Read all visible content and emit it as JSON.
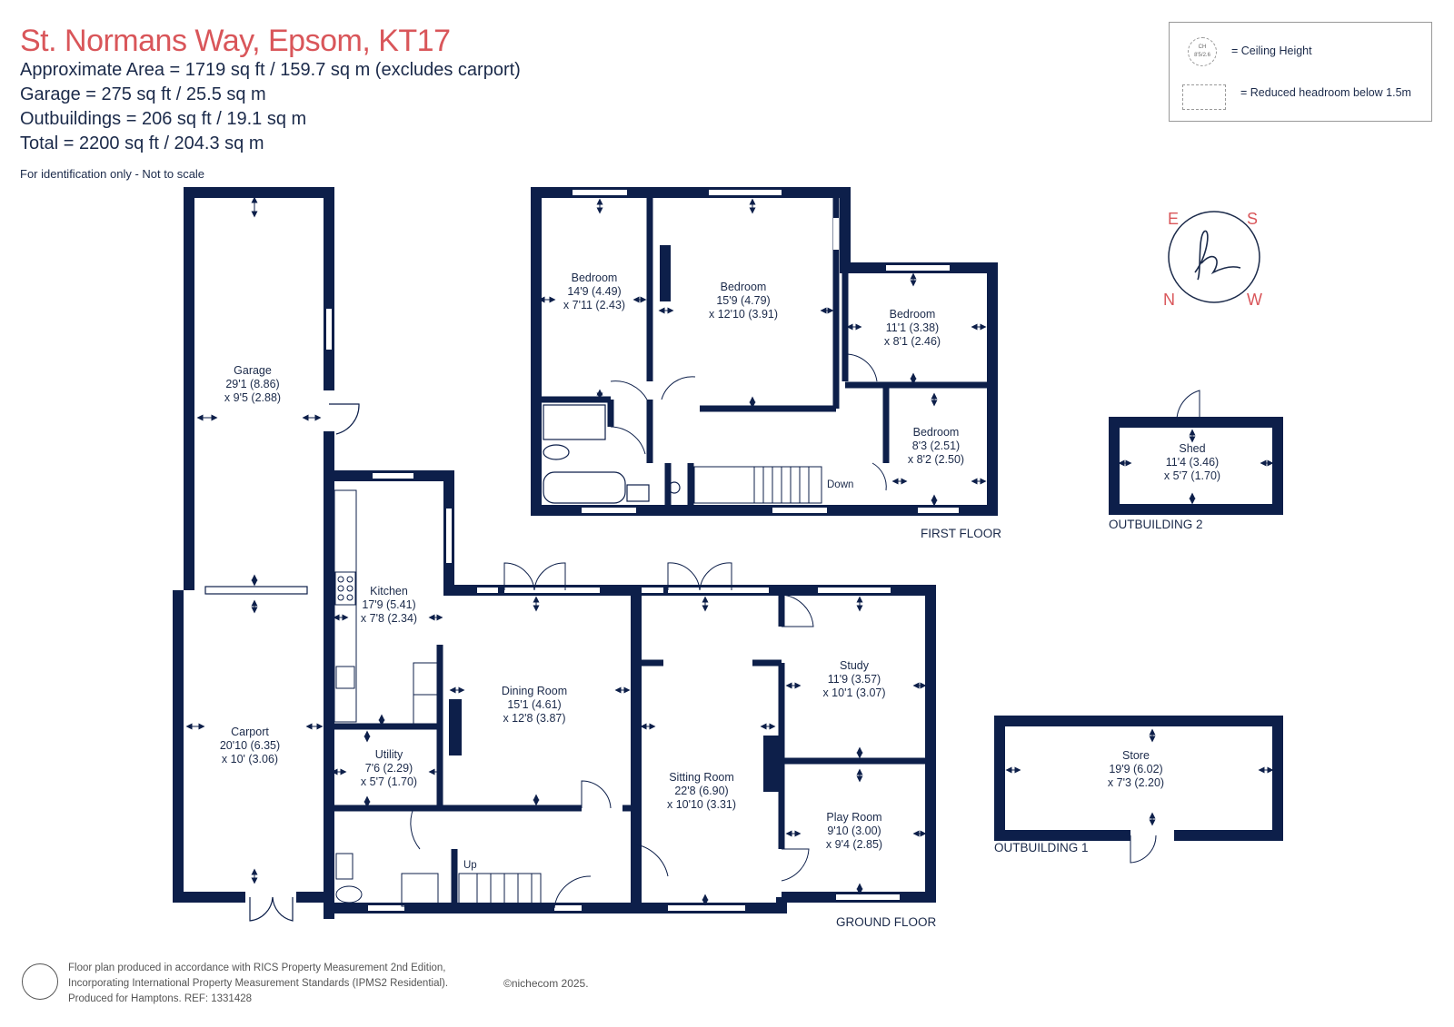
{
  "header": {
    "title": "St. Normans Way, Epsom, KT17",
    "approx_area": "Approximate Area = 1719 sq ft / 159.7 sq m (excludes carport)",
    "garage": "Garage = 275 sq ft / 25.5 sq m",
    "outbuildings": "Outbuildings = 206 sq ft / 19.1 sq m",
    "total": "Total = 2200 sq ft / 204.3 sq m",
    "note": "For identification only - Not to scale"
  },
  "legend": {
    "ceiling_height": "= Ceiling Height",
    "ch_badge": "CH",
    "ch_value": "8'5/2.6",
    "reduced_headroom": "= Reduced headroom below 1.5m"
  },
  "compass": {
    "e": "E",
    "s": "S",
    "n": "N",
    "w": "W",
    "monogram": "h"
  },
  "colors": {
    "wall": "#0d1f4a",
    "accent": "#d9565a",
    "text": "#1b2a4a"
  },
  "rooms": {
    "garage": {
      "name": "Garage",
      "dim1": "29'1 (8.86)",
      "dim2": "x 9'5 (2.88)"
    },
    "carport": {
      "name": "Carport",
      "dim1": "20'10 (6.35)",
      "dim2": "x 10' (3.06)"
    },
    "kitchen": {
      "name": "Kitchen",
      "dim1": "17'9 (5.41)",
      "dim2": "x 7'8 (2.34)"
    },
    "utility": {
      "name": "Utility",
      "dim1": "7'6 (2.29)",
      "dim2": "x 5'7 (1.70)"
    },
    "dining": {
      "name": "Dining Room",
      "dim1": "15'1 (4.61)",
      "dim2": "x 12'8 (3.87)"
    },
    "sitting": {
      "name": "Sitting Room",
      "dim1": "22'8 (6.90)",
      "dim2": "x 10'10 (3.31)"
    },
    "study": {
      "name": "Study",
      "dim1": "11'9 (3.57)",
      "dim2": "x 10'1 (3.07)"
    },
    "play": {
      "name": "Play Room",
      "dim1": "9'10 (3.00)",
      "dim2": "x 9'4 (2.85)"
    },
    "bed1": {
      "name": "Bedroom",
      "dim1": "14'9 (4.49)",
      "dim2": "x 7'11 (2.43)"
    },
    "bed2": {
      "name": "Bedroom",
      "dim1": "15'9 (4.79)",
      "dim2": "x 12'10 (3.91)"
    },
    "bed3": {
      "name": "Bedroom",
      "dim1": "11'1 (3.38)",
      "dim2": "x 8'1 (2.46)"
    },
    "bed4": {
      "name": "Bedroom",
      "dim1": "8'3 (2.51)",
      "dim2": "x 8'2 (2.50)"
    },
    "shed": {
      "name": "Shed",
      "dim1": "11'4 (3.46)",
      "dim2": "x 5'7 (1.70)"
    },
    "store": {
      "name": "Store",
      "dim1": "19'9 (6.02)",
      "dim2": "x 7'3 (2.20)"
    }
  },
  "labels": {
    "first_floor": "FIRST FLOOR",
    "ground_floor": "GROUND FLOOR",
    "outbuilding1": "OUTBUILDING 1",
    "outbuilding2": "OUTBUILDING 2",
    "down": "Down",
    "up": "Up"
  },
  "footer": {
    "line1": "Floor plan produced in accordance with RICS Property Measurement 2nd Edition,",
    "line2": "Incorporating International Property Measurement Standards (IPMS2 Residential).",
    "line3": "Produced for Hamptons.   REF:  1331428",
    "copyright": "©nichecom 2025."
  }
}
